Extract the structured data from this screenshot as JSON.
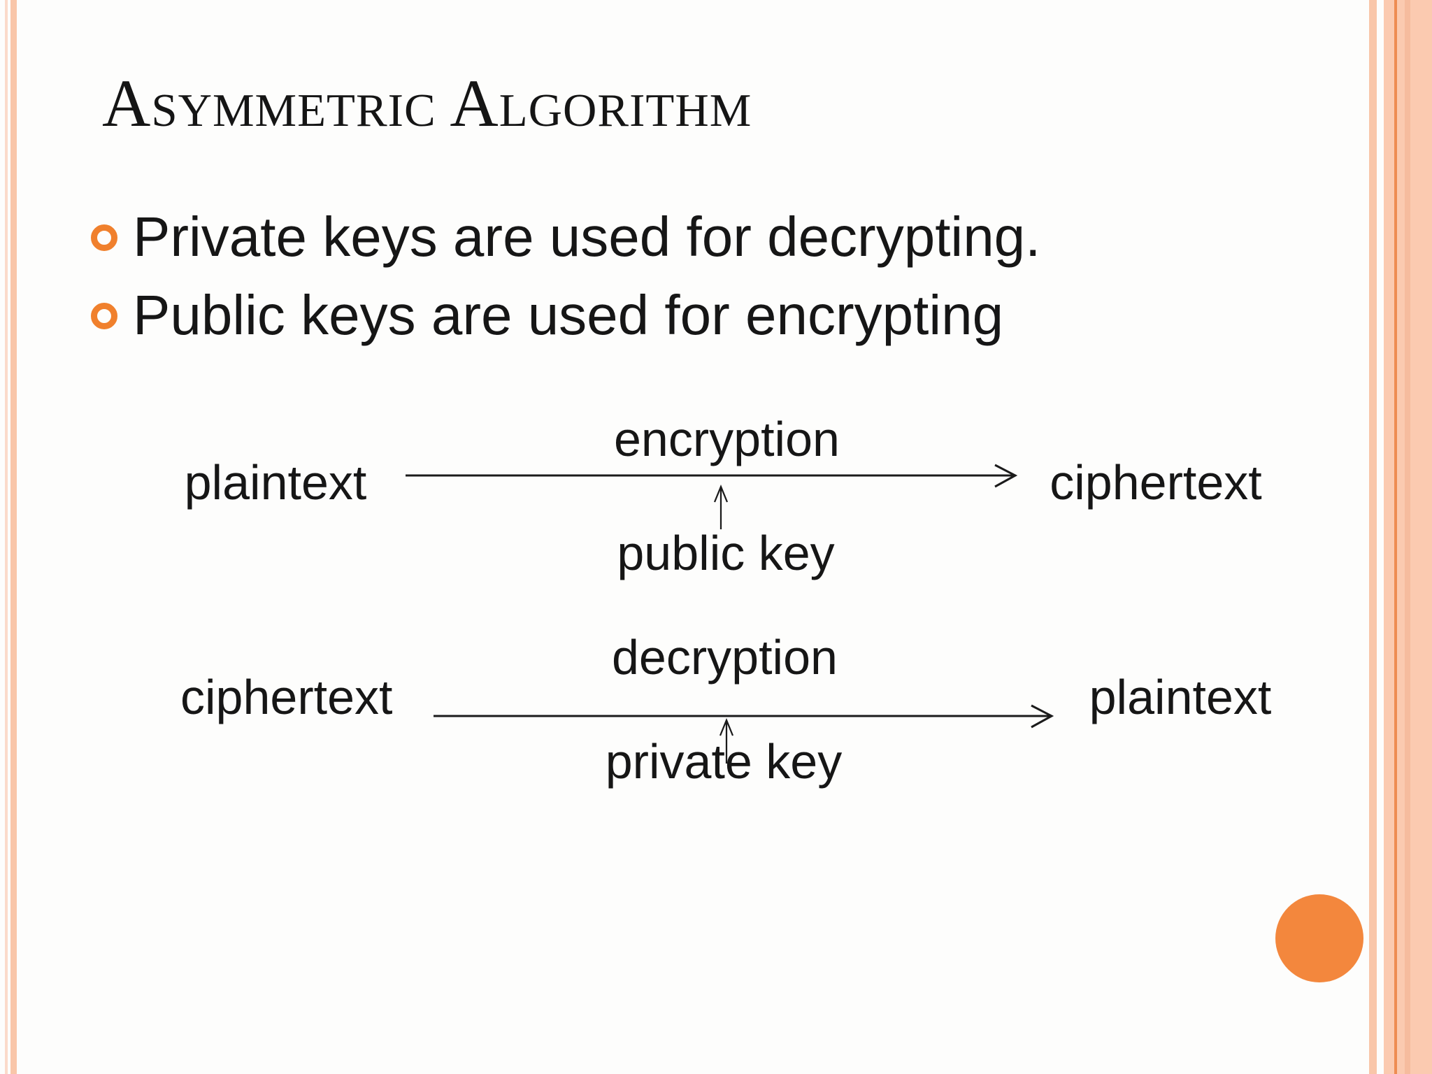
{
  "slide": {
    "title": "Asymmetric Algorithm",
    "bullets": [
      {
        "label": "Private keys are used for decrypting."
      },
      {
        "label": "Public keys are used for encrypting"
      }
    ],
    "diagram": {
      "rows": [
        {
          "source": "plaintext",
          "process": "encryption",
          "key": "public key",
          "target": "ciphertext"
        },
        {
          "source": "ciphertext",
          "process": "decryption",
          "key": "private key",
          "target": "plaintext"
        }
      ]
    },
    "colors": {
      "accent_orange": "#F0802D",
      "circle_orange": "#F3873D",
      "stripe_pink_light": "#FBDACA",
      "stripe_pink": "#F9C6A9",
      "band_pink": "#FBCAB0",
      "band_line_orange": "#EE8C52",
      "band_stripe_deep": "#F6BC9E",
      "text_black": "#1A1A1A",
      "background": "#FDFDFC"
    }
  }
}
